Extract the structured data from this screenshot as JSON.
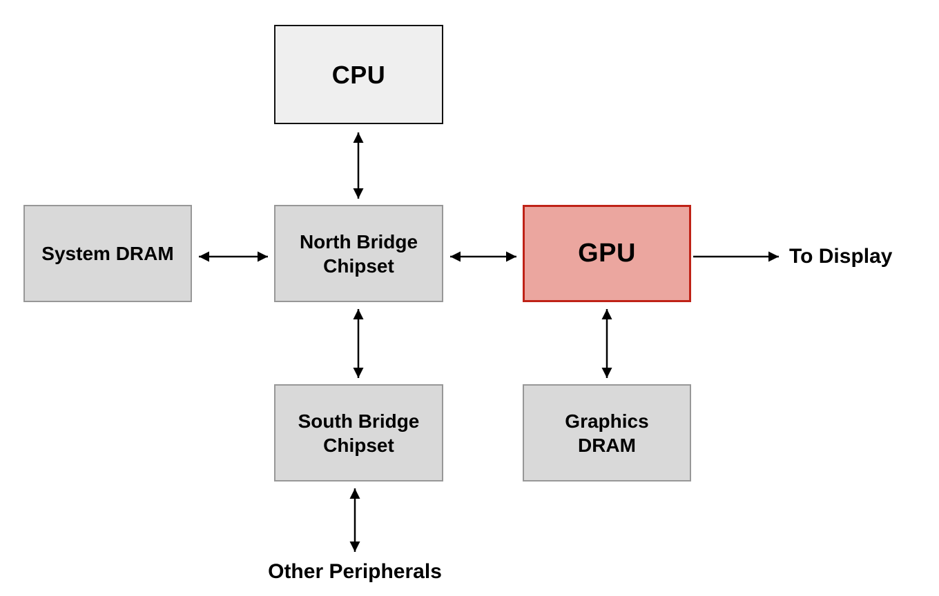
{
  "diagram": {
    "nodes": {
      "cpu": {
        "label": "CPU"
      },
      "system_dram": {
        "label": "System DRAM"
      },
      "north_bridge": {
        "label": "North Bridge\nChipset"
      },
      "gpu": {
        "label": "GPU"
      },
      "south_bridge": {
        "label": "South Bridge\nChipset"
      },
      "graphics_dram": {
        "label": "Graphics\nDRAM"
      },
      "to_display": {
        "label": "To Display"
      },
      "other_peripherals": {
        "label": "Other Peripherals"
      }
    },
    "colors": {
      "default_fill": "#d9d9d9",
      "default_border": "#979797",
      "cpu_fill": "#efefef",
      "cpu_border": "#111111",
      "gpu_fill": "#eba69f",
      "gpu_border": "#bf2217",
      "arrow": "#000000",
      "text": "#000000",
      "background": "#ffffff"
    },
    "edges": [
      {
        "from": "cpu",
        "to": "north_bridge",
        "direction": "bidirectional"
      },
      {
        "from": "system_dram",
        "to": "north_bridge",
        "direction": "bidirectional"
      },
      {
        "from": "north_bridge",
        "to": "gpu",
        "direction": "bidirectional"
      },
      {
        "from": "gpu",
        "to": "to_display",
        "direction": "unidirectional"
      },
      {
        "from": "north_bridge",
        "to": "south_bridge",
        "direction": "bidirectional"
      },
      {
        "from": "gpu",
        "to": "graphics_dram",
        "direction": "bidirectional"
      },
      {
        "from": "south_bridge",
        "to": "other_peripherals",
        "direction": "bidirectional"
      }
    ]
  }
}
